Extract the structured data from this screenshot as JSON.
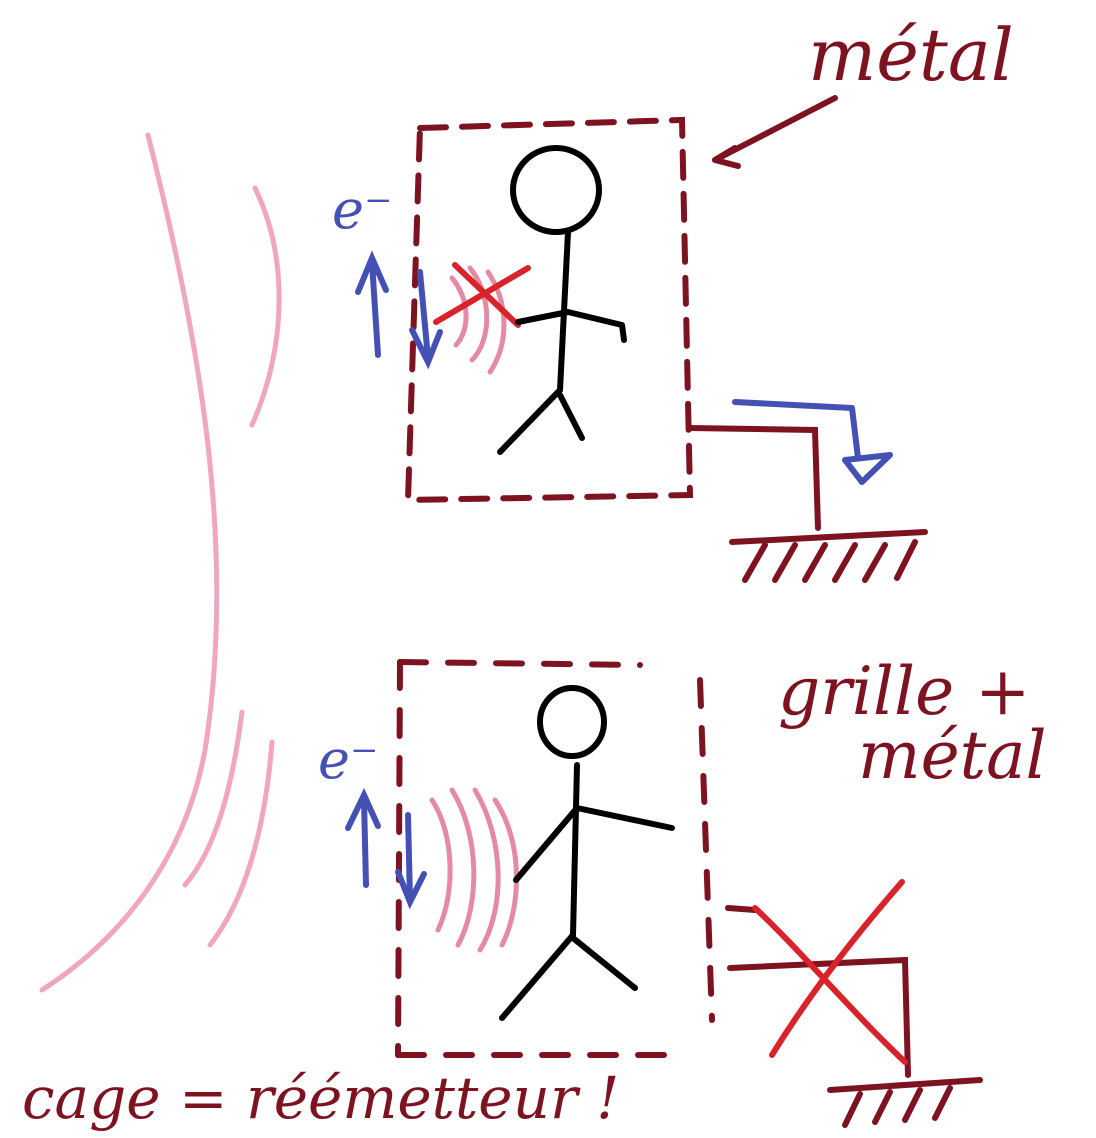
{
  "labels": {
    "metal_top": "métal",
    "electron_top": "e⁻",
    "electron_bottom": "e⁻",
    "grille_line1": "grille +",
    "grille_line2": "métal",
    "caption": "cage = réémetteur !"
  },
  "colors": {
    "frame": "#7d1320",
    "electron": "#4450b4",
    "wave": "#f0a6bd",
    "wave_near": "#e48aa6",
    "cross": "#d8232a",
    "figure": "#000000"
  }
}
